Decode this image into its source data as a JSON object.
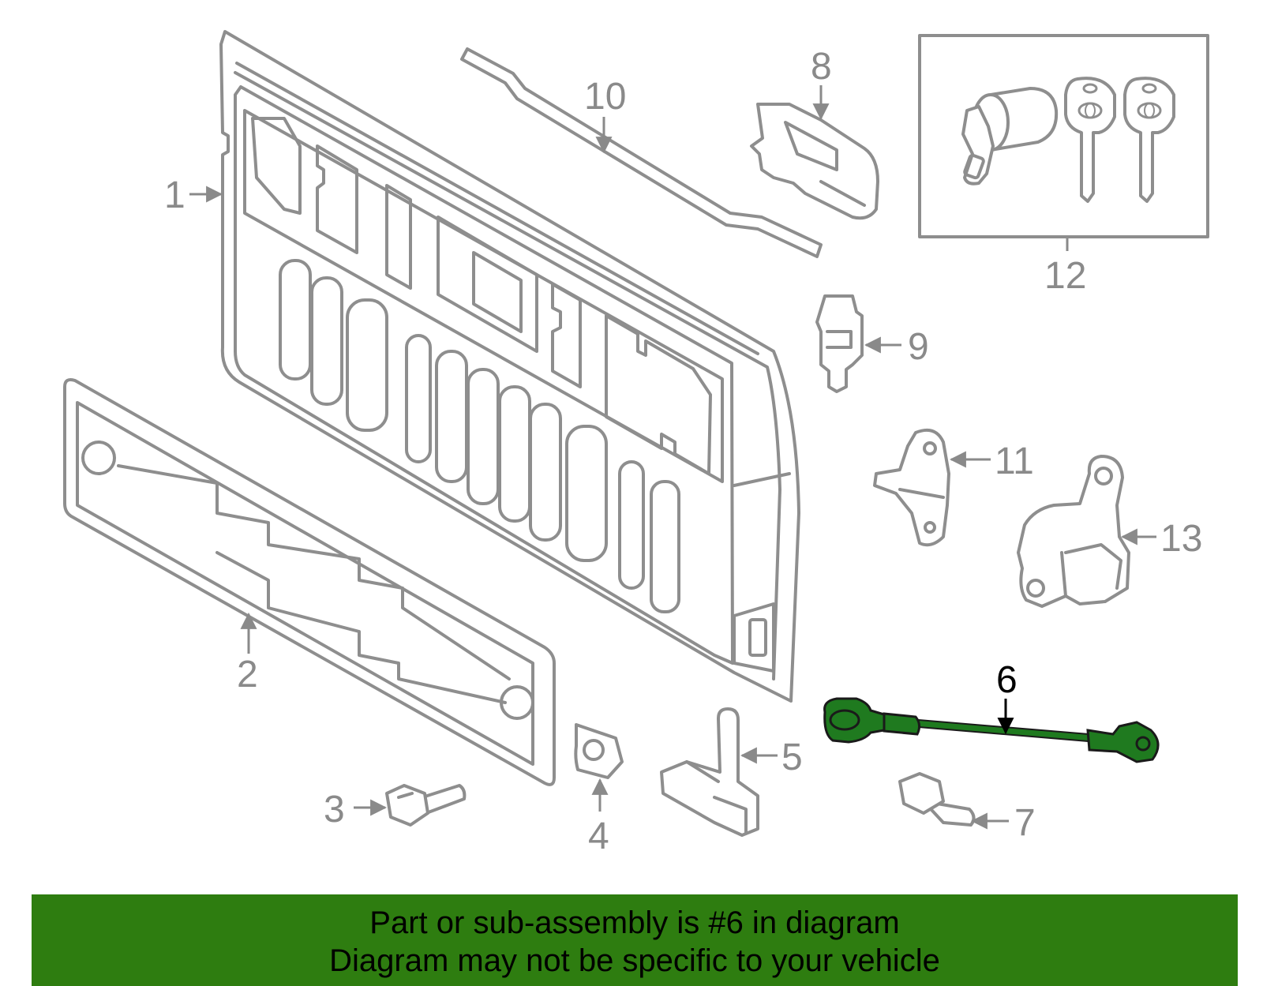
{
  "colors": {
    "line": "#8e8e8e",
    "highlight_part": "#1f7a1f",
    "banner_bg": "#2e7d10",
    "highlight_label": "#000000"
  },
  "callouts": {
    "c1": "1",
    "c2": "2",
    "c3": "3",
    "c4": "4",
    "c5": "5",
    "c6": "6",
    "c7": "7",
    "c8": "8",
    "c9": "9",
    "c10": "10",
    "c11": "11",
    "c12": "12",
    "c13": "13"
  },
  "highlighted_part": "6",
  "icons": [
    "toyota-logo-icon"
  ],
  "banner": {
    "line1": "Part or sub-assembly is #6 in diagram",
    "line2": "Diagram may not be specific to your vehicle"
  }
}
